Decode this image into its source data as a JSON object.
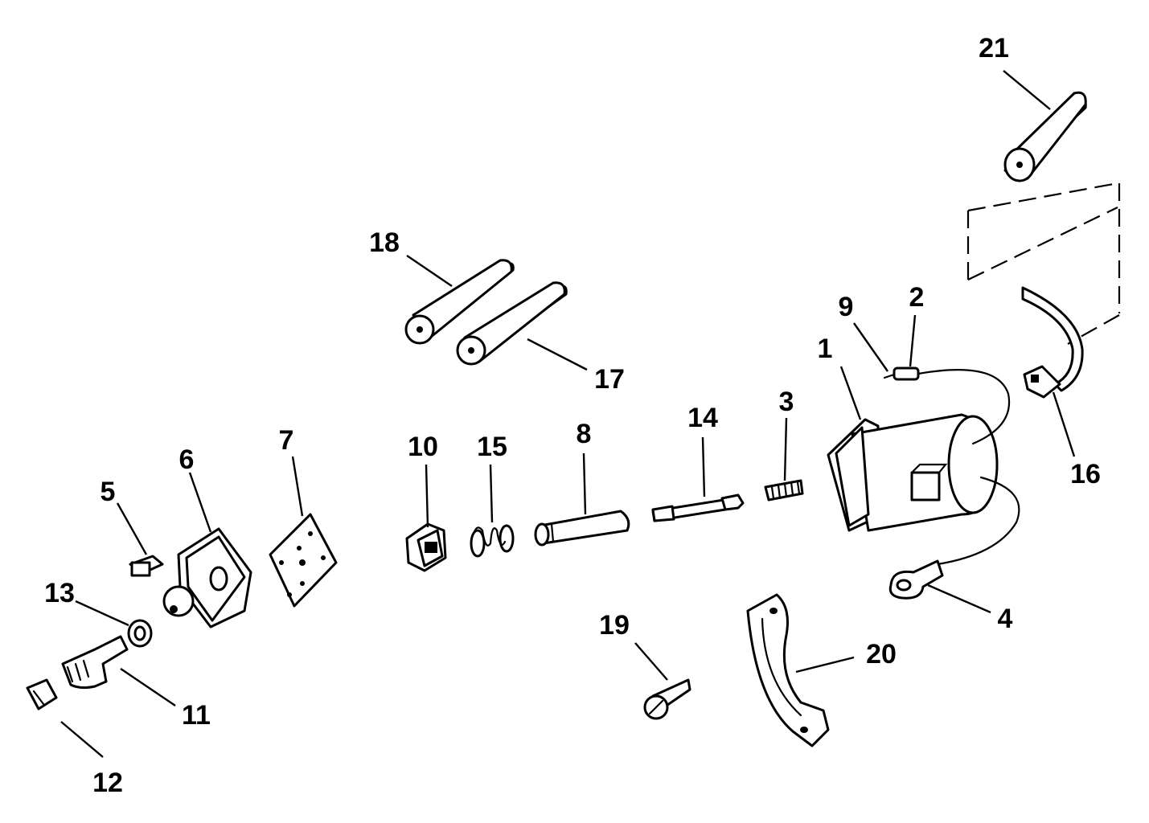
{
  "diagram": {
    "labels": [
      {
        "id": "1",
        "text": "1"
      },
      {
        "id": "2",
        "text": "2"
      },
      {
        "id": "3",
        "text": "3"
      },
      {
        "id": "4",
        "text": "4"
      },
      {
        "id": "5",
        "text": "5"
      },
      {
        "id": "6",
        "text": "6"
      },
      {
        "id": "7",
        "text": "7"
      },
      {
        "id": "8",
        "text": "8"
      },
      {
        "id": "9",
        "text": "9"
      },
      {
        "id": "10",
        "text": "10"
      },
      {
        "id": "11",
        "text": "11"
      },
      {
        "id": "12",
        "text": "12"
      },
      {
        "id": "13",
        "text": "13"
      },
      {
        "id": "14",
        "text": "14"
      },
      {
        "id": "15",
        "text": "15"
      },
      {
        "id": "16",
        "text": "16"
      },
      {
        "id": "17",
        "text": "17"
      },
      {
        "id": "18",
        "text": "18"
      },
      {
        "id": "19",
        "text": "19"
      },
      {
        "id": "20",
        "text": "20"
      },
      {
        "id": "21",
        "text": "21"
      }
    ],
    "colors": {
      "ink": "#000000",
      "paper": "#ffffff"
    }
  }
}
